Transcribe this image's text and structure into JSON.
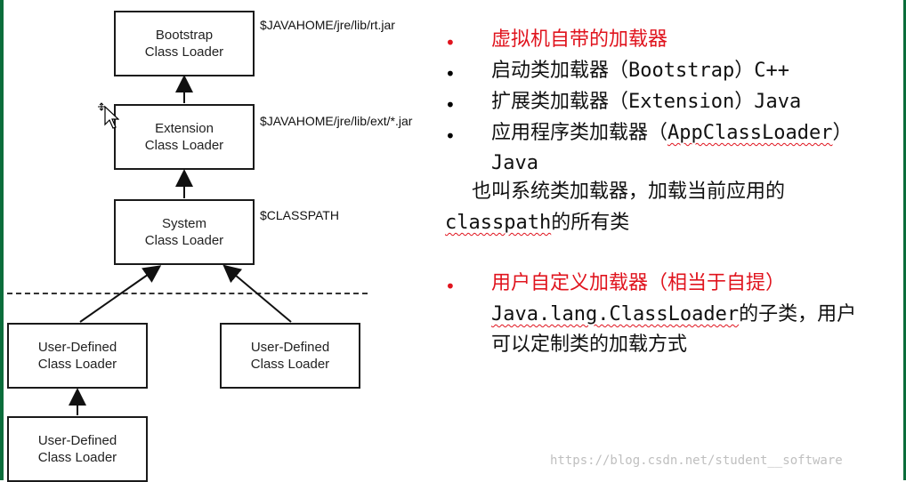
{
  "diagram": {
    "bootstrap": {
      "line1": "Bootstrap",
      "line2": "Class Loader",
      "path": "$JAVAHOME/jre/lib/rt.jar"
    },
    "extension": {
      "line1": "Extension",
      "line2": "Class Loader",
      "path": "$JAVAHOME/jre/lib/ext/*.jar"
    },
    "system": {
      "line1": "System",
      "line2": "Class Loader",
      "path": "$CLASSPATH"
    },
    "user_left": {
      "line1": "User-Defined",
      "line2": "Class Loader"
    },
    "user_right": {
      "line1": "User-Defined",
      "line2": "Class Loader"
    },
    "user_bottom": {
      "line1": "User-Defined",
      "line2": "Class Loader"
    }
  },
  "notes": {
    "bullet_char": "•",
    "item1": "虚拟机自带的加载器",
    "item2": "启动类加载器（Bootstrap）C++",
    "item3": "扩展类加载器（Extension）Java",
    "item4_prefix": "应用程序类加载器（",
    "item4_link": "AppClassLoader",
    "item4_suffix": "）",
    "item4_cont": "Java",
    "desc_line1": "也叫系统类加载器，加载当前应用的",
    "desc_line2_link": "classpath",
    "desc_line2_rest": "的所有类",
    "item5": "用户自定义加载器（相当于自提）",
    "item5_line2_link": "Java.lang.ClassLoader",
    "item5_line2_rest": "的子类，用户",
    "item5_line3": "可以定制类的加载方式"
  },
  "watermark": "https://blog.csdn.net/student__software",
  "colors": {
    "accent_red": "#e0141e",
    "edge_green": "#0b6d3b"
  }
}
